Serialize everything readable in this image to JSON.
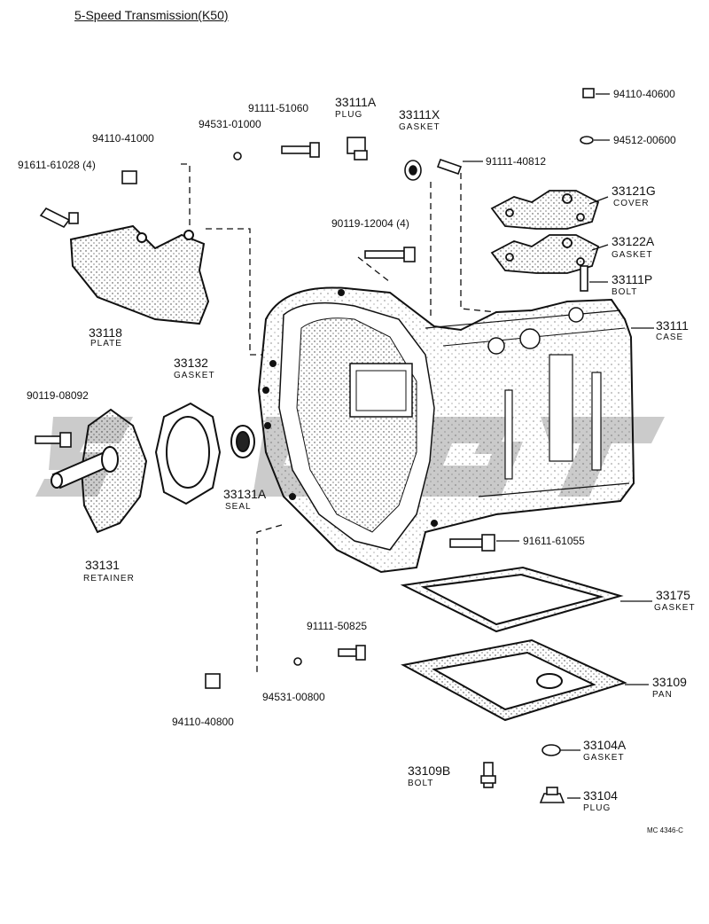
{
  "title": "5-Speed Transmission(K50)",
  "drawing_code": "MC 4346-C",
  "watermark_color": "#b9b9b9",
  "parts": [
    {
      "id": "p-94110-40600",
      "number": "94110-40600",
      "desc": ""
    },
    {
      "id": "p-94512-00600",
      "number": "94512-00600",
      "desc": ""
    },
    {
      "id": "p-91111-51060",
      "number": "91111-51060",
      "desc": ""
    },
    {
      "id": "p-33111a",
      "number": "33111A",
      "desc": "PLUG"
    },
    {
      "id": "p-33111x",
      "number": "33111X",
      "desc": "GASKET"
    },
    {
      "id": "p-94531-01000",
      "number": "94531-01000",
      "desc": ""
    },
    {
      "id": "p-94110-41000",
      "number": "94110-41000",
      "desc": ""
    },
    {
      "id": "p-91611-61028",
      "number": "91611-61028 (4)",
      "desc": ""
    },
    {
      "id": "p-91111-40812",
      "number": "91111-40812",
      "desc": ""
    },
    {
      "id": "p-33121g",
      "number": "33121G",
      "desc": "COVER"
    },
    {
      "id": "p-90119-12004",
      "number": "90119-12004 (4)",
      "desc": ""
    },
    {
      "id": "p-33122a",
      "number": "33122A",
      "desc": "GASKET"
    },
    {
      "id": "p-33111p",
      "number": "33111P",
      "desc": "BOLT"
    },
    {
      "id": "p-33118",
      "number": "33118",
      "desc": "PLATE"
    },
    {
      "id": "p-33111",
      "number": "33111",
      "desc": "CASE"
    },
    {
      "id": "p-33132",
      "number": "33132",
      "desc": "GASKET"
    },
    {
      "id": "p-90119-08092",
      "number": "90119-08092",
      "desc": ""
    },
    {
      "id": "p-33131a",
      "number": "33131A",
      "desc": "SEAL"
    },
    {
      "id": "p-33131",
      "number": "33131",
      "desc": "RETAINER"
    },
    {
      "id": "p-91611-61055",
      "number": "91611-61055",
      "desc": ""
    },
    {
      "id": "p-33175",
      "number": "33175",
      "desc": "GASKET"
    },
    {
      "id": "p-91111-50825",
      "number": "91111-50825",
      "desc": ""
    },
    {
      "id": "p-33109",
      "number": "33109",
      "desc": "PAN"
    },
    {
      "id": "p-94531-00800",
      "number": "94531-00800",
      "desc": ""
    },
    {
      "id": "p-94110-40800",
      "number": "94110-40800",
      "desc": ""
    },
    {
      "id": "p-33104a",
      "number": "33104A",
      "desc": "GASKET"
    },
    {
      "id": "p-33109b",
      "number": "33109B",
      "desc": "BOLT"
    },
    {
      "id": "p-33104",
      "number": "33104",
      "desc": "PLUG"
    }
  ]
}
